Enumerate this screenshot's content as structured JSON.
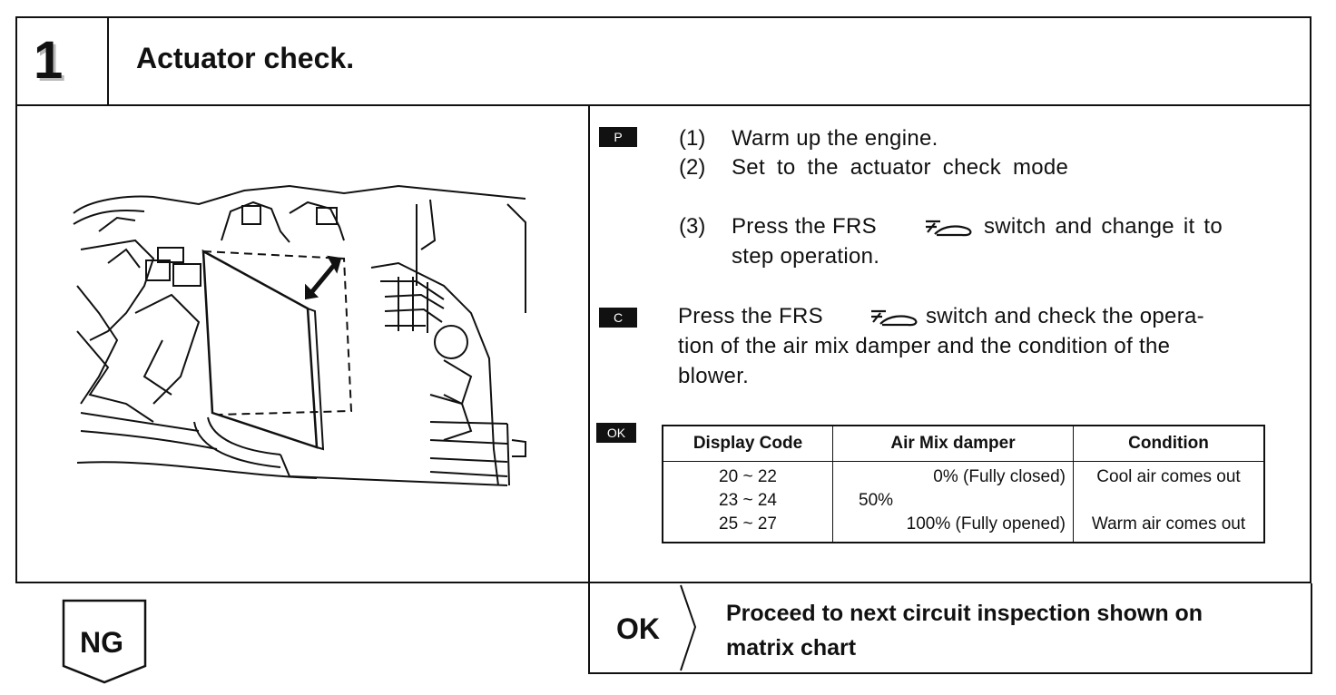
{
  "step": {
    "number": "1",
    "title": "Actuator check."
  },
  "illustration": {
    "icon": "heater-unit-air-mix-damper-illustration"
  },
  "prep": {
    "tag": "P",
    "steps": [
      {
        "num": "(1)",
        "line1": "Warm up the engine."
      },
      {
        "num": "(2)",
        "line1": "Set to the actuator check mode"
      },
      {
        "num": "(3)",
        "line1_pre": "Press the FRS",
        "line1_post": "switch and change it to",
        "line2": "step operation."
      }
    ]
  },
  "check": {
    "tag": "C",
    "line1_pre": "Press the FRS",
    "line1_post": "switch and check the opera-",
    "line2": "tion of the air mix damper and the condition of the",
    "line3": "blower."
  },
  "ok_tag": "OK",
  "table": {
    "headers": [
      "Display Code",
      "Air Mix damper",
      "Condition"
    ],
    "rows": [
      {
        "code": "20 ~ 22",
        "damper": "0% (Fully closed)",
        "condition": "Cool air comes out"
      },
      {
        "code": "23 ~ 24",
        "damper": "50%",
        "condition": ""
      },
      {
        "code": "25 ~ 27",
        "damper": "100% (Fully opened)",
        "condition": "Warm air comes out"
      }
    ]
  },
  "result": {
    "ok_label": "OK",
    "ok_line1": "Proceed to next circuit inspection shown on",
    "ok_line2": "matrix chart",
    "ng_label": "NG"
  },
  "colors": {
    "ink": "#111111",
    "step_shadow": "#b8b8b8"
  }
}
